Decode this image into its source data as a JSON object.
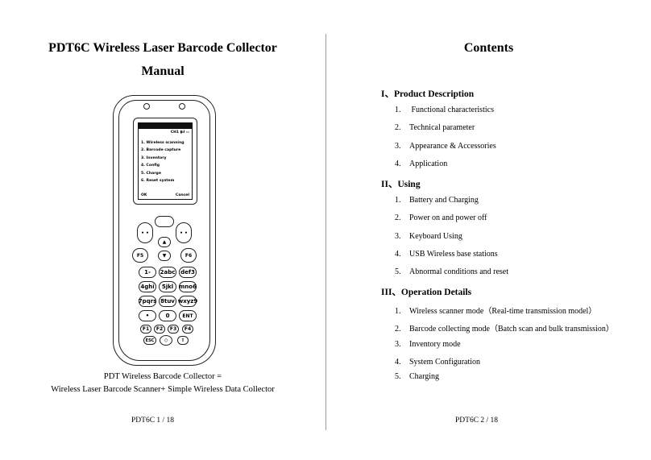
{
  "left_page": {
    "title_line1": "PDT6C Wireless Laser Barcode Collector",
    "title_line2": "Manual",
    "caption_line1": "PDT Wireless Barcode Collector =",
    "caption_line2": "Wireless Laser Barcode Scanner+ Simple Wireless Data Collector",
    "footer": "PDT6C    1 / 18"
  },
  "device": {
    "status": "CH1 ▮ıl ▭",
    "menu": [
      "1. Wireless scanning",
      "2. Barcode capture",
      "3. Inventory",
      "4. Config",
      "5. Charge",
      "6. Reset system"
    ],
    "softkey_left": "OK",
    "softkey_right": "Cancel",
    "keys": {
      "f5": "F5",
      "f6": "F6",
      "up": "▲",
      "down": "▼",
      "k1": "1-",
      "k2": "2abc",
      "k3": "def3",
      "k4": "4ghi",
      "k5": "5jkl",
      "k6": "mno6",
      "k7": "7pqrs",
      "k8": "8tuv",
      "k9": "wxyz9",
      "dot": "•",
      "k0": "0",
      "ent": "ENT",
      "f1": "F1",
      "f2": "F2",
      "f3": "F3",
      "f4": "F4",
      "esc": "ESC",
      "lock": "⇧"
    }
  },
  "right_page": {
    "title": "Contents",
    "sections": [
      {
        "heading": "I、Product Description",
        "items": [
          {
            "num": "1.",
            "text": " Functional characteristics"
          },
          {
            "num": "2.",
            "text": "Technical parameter"
          },
          {
            "num": "3.",
            "text": "Appearance & Accessories"
          },
          {
            "num": "4.",
            "text": "Application"
          }
        ]
      },
      {
        "heading": "II、Using",
        "items": [
          {
            "num": "1.",
            "text": "Battery and Charging"
          },
          {
            "num": "2.",
            "text": "Power on and power off"
          },
          {
            "num": "3.",
            "text": "Keyboard Using"
          },
          {
            "num": "4.",
            "text": "USB Wireless base stations"
          },
          {
            "num": "5.",
            "text": "Abnormal conditions and reset"
          }
        ]
      },
      {
        "heading": "III、Operation Details",
        "items": [
          {
            "num": "1.",
            "text": "Wireless scanner mode（Real-time transmission model）"
          },
          {
            "num": "2.",
            "text": "Barcode collecting mode（Batch scan and bulk transmission）"
          },
          {
            "num": "3.",
            "text": "Inventory mode"
          },
          {
            "num": "4.",
            "text": "System Configuration"
          },
          {
            "num": "5.",
            "text": "Charging"
          }
        ]
      }
    ],
    "footer": "PDT6C    2 / 18"
  }
}
